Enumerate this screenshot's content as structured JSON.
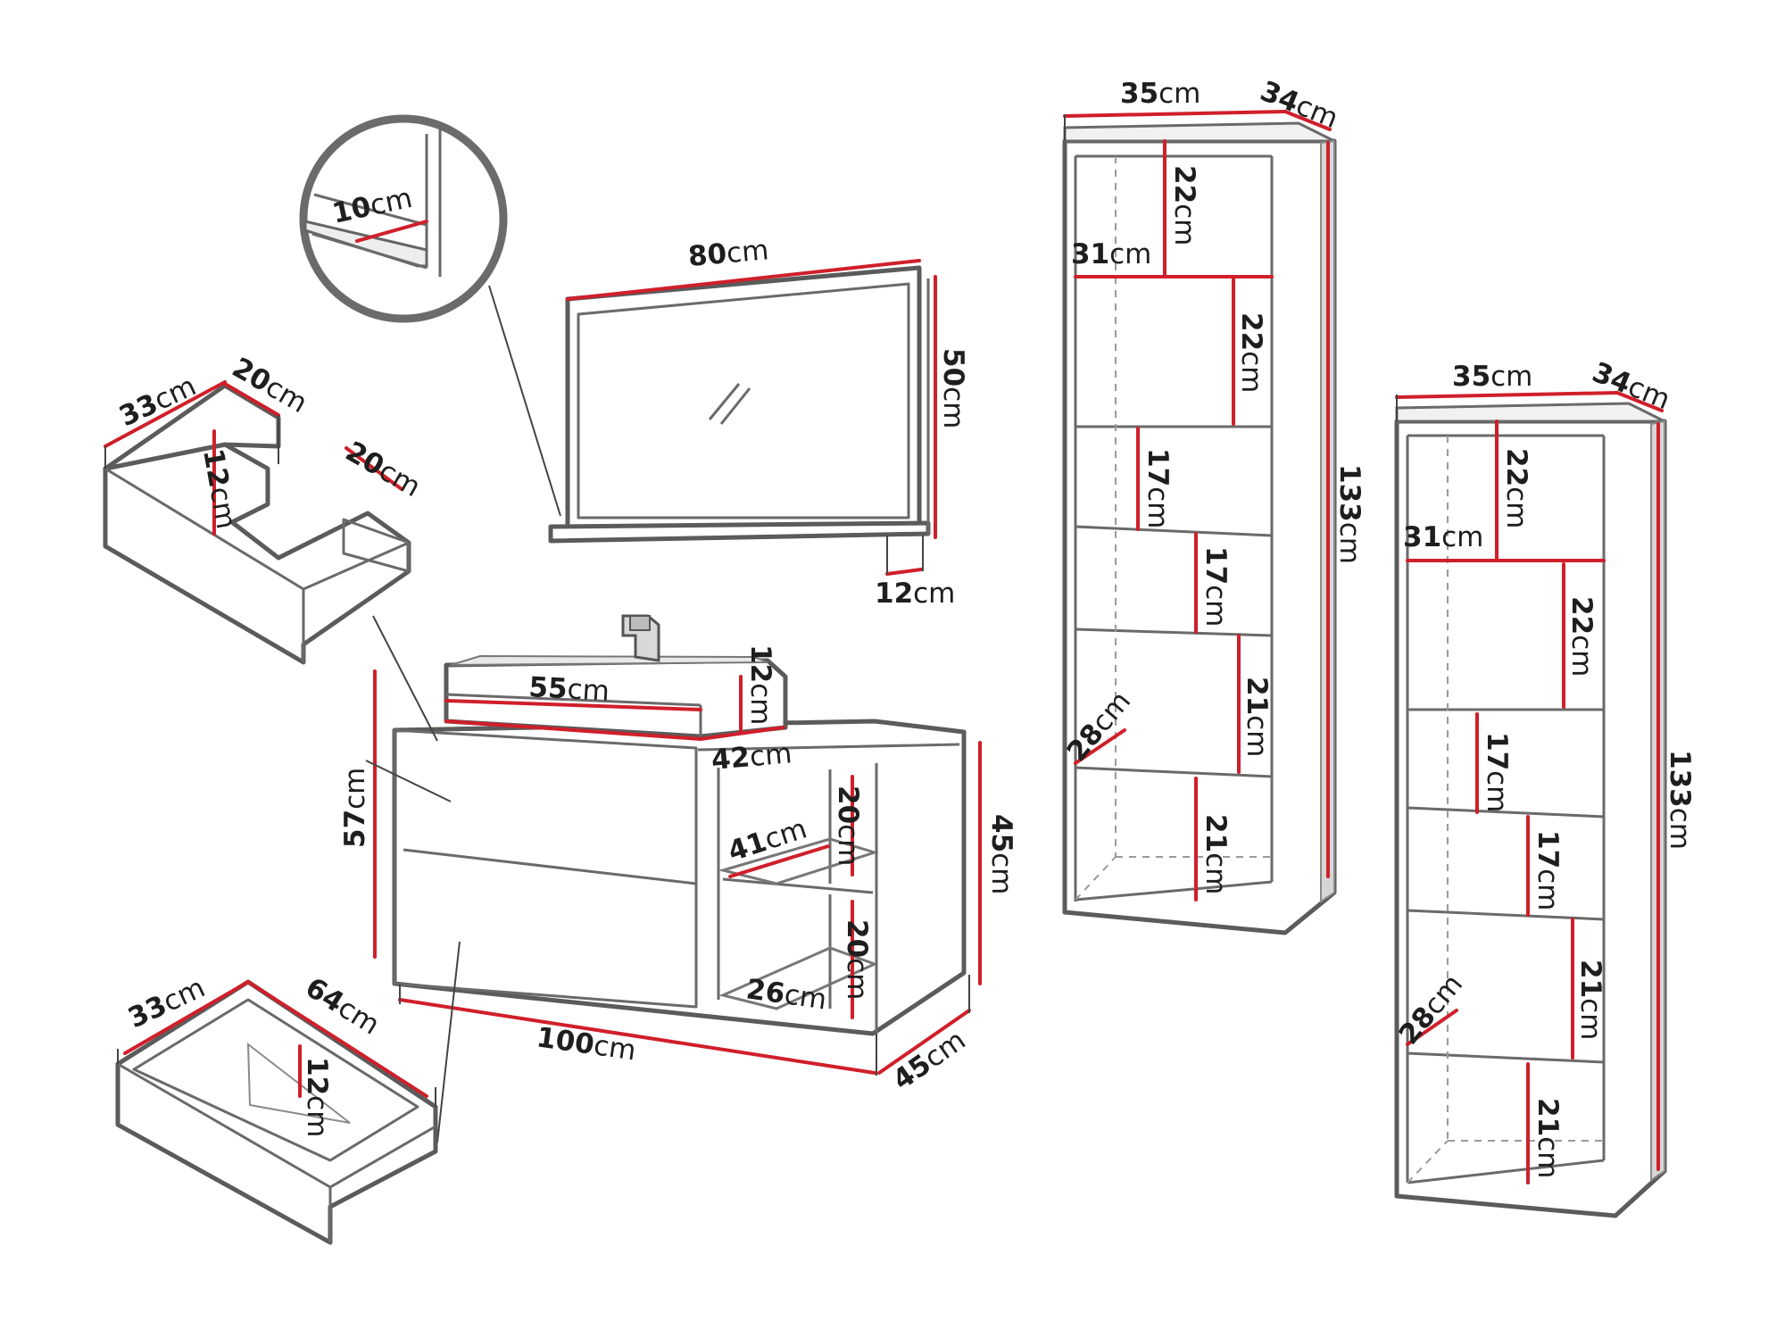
{
  "accent_color": "#d01f2a",
  "line_color": "#5b5b5b",
  "icons": [
    "mirror-detail-magnifier-icon",
    "faucet-icon"
  ],
  "labels": {
    "zoom_shelf_depth": {
      "n": "10",
      "u": "cm"
    },
    "mirror_width": {
      "n": "80",
      "u": "cm"
    },
    "mirror_height": {
      "n": "50",
      "u": "cm"
    },
    "mirror_shelf_depth": {
      "n": "12",
      "u": "cm"
    },
    "top_drawer_width": {
      "n": "33",
      "u": "cm"
    },
    "top_drawer_depth": {
      "n": "20",
      "u": "cm"
    },
    "top_drawer_side_depth": {
      "n": "20",
      "u": "cm"
    },
    "top_drawer_height": {
      "n": "12",
      "u": "cm"
    },
    "basin_width": {
      "n": "55",
      "u": "cm"
    },
    "basin_height": {
      "n": "12",
      "u": "cm"
    },
    "basin_depth": {
      "n": "42",
      "u": "cm"
    },
    "cabinet_height": {
      "n": "57",
      "u": "cm"
    },
    "cabinet_width": {
      "n": "100",
      "u": "cm"
    },
    "cabinet_depth": {
      "n": "45",
      "u": "cm"
    },
    "cabinet_side_height": {
      "n": "45",
      "u": "cm"
    },
    "cabinet_upper_shelf_width": {
      "n": "41",
      "u": "cm"
    },
    "cabinet_upper_shelf_height": {
      "n": "20",
      "u": "cm"
    },
    "cabinet_lower_shelf_width": {
      "n": "26",
      "u": "cm"
    },
    "cabinet_lower_shelf_height": {
      "n": "20",
      "u": "cm"
    },
    "bottom_drawer_width": {
      "n": "33",
      "u": "cm"
    },
    "bottom_drawer_depth": {
      "n": "64",
      "u": "cm"
    },
    "bottom_drawer_height": {
      "n": "12",
      "u": "cm"
    },
    "tall1_width": {
      "n": "35",
      "u": "cm"
    },
    "tall1_depth": {
      "n": "34",
      "u": "cm"
    },
    "tall1_height": {
      "n": "133",
      "u": "cm"
    },
    "tall1_shelf1": {
      "n": "22",
      "u": "cm"
    },
    "tall1_inner_width": {
      "n": "31",
      "u": "cm"
    },
    "tall1_shelf2": {
      "n": "22",
      "u": "cm"
    },
    "tall1_shelf3": {
      "n": "17",
      "u": "cm"
    },
    "tall1_shelf4": {
      "n": "17",
      "u": "cm"
    },
    "tall1_shelf5": {
      "n": "21",
      "u": "cm"
    },
    "tall1_shelf6": {
      "n": "21",
      "u": "cm"
    },
    "tall1_inner_depth": {
      "n": "28",
      "u": "cm"
    },
    "tall2_width": {
      "n": "35",
      "u": "cm"
    },
    "tall2_depth": {
      "n": "34",
      "u": "cm"
    },
    "tall2_height": {
      "n": "133",
      "u": "cm"
    },
    "tall2_shelf1": {
      "n": "22",
      "u": "cm"
    },
    "tall2_inner_width": {
      "n": "31",
      "u": "cm"
    },
    "tall2_shelf2": {
      "n": "22",
      "u": "cm"
    },
    "tall2_shelf3": {
      "n": "17",
      "u": "cm"
    },
    "tall2_shelf4": {
      "n": "17",
      "u": "cm"
    },
    "tall2_shelf5": {
      "n": "21",
      "u": "cm"
    },
    "tall2_shelf6": {
      "n": "21",
      "u": "cm"
    },
    "tall2_inner_depth": {
      "n": "28",
      "u": "cm"
    }
  }
}
